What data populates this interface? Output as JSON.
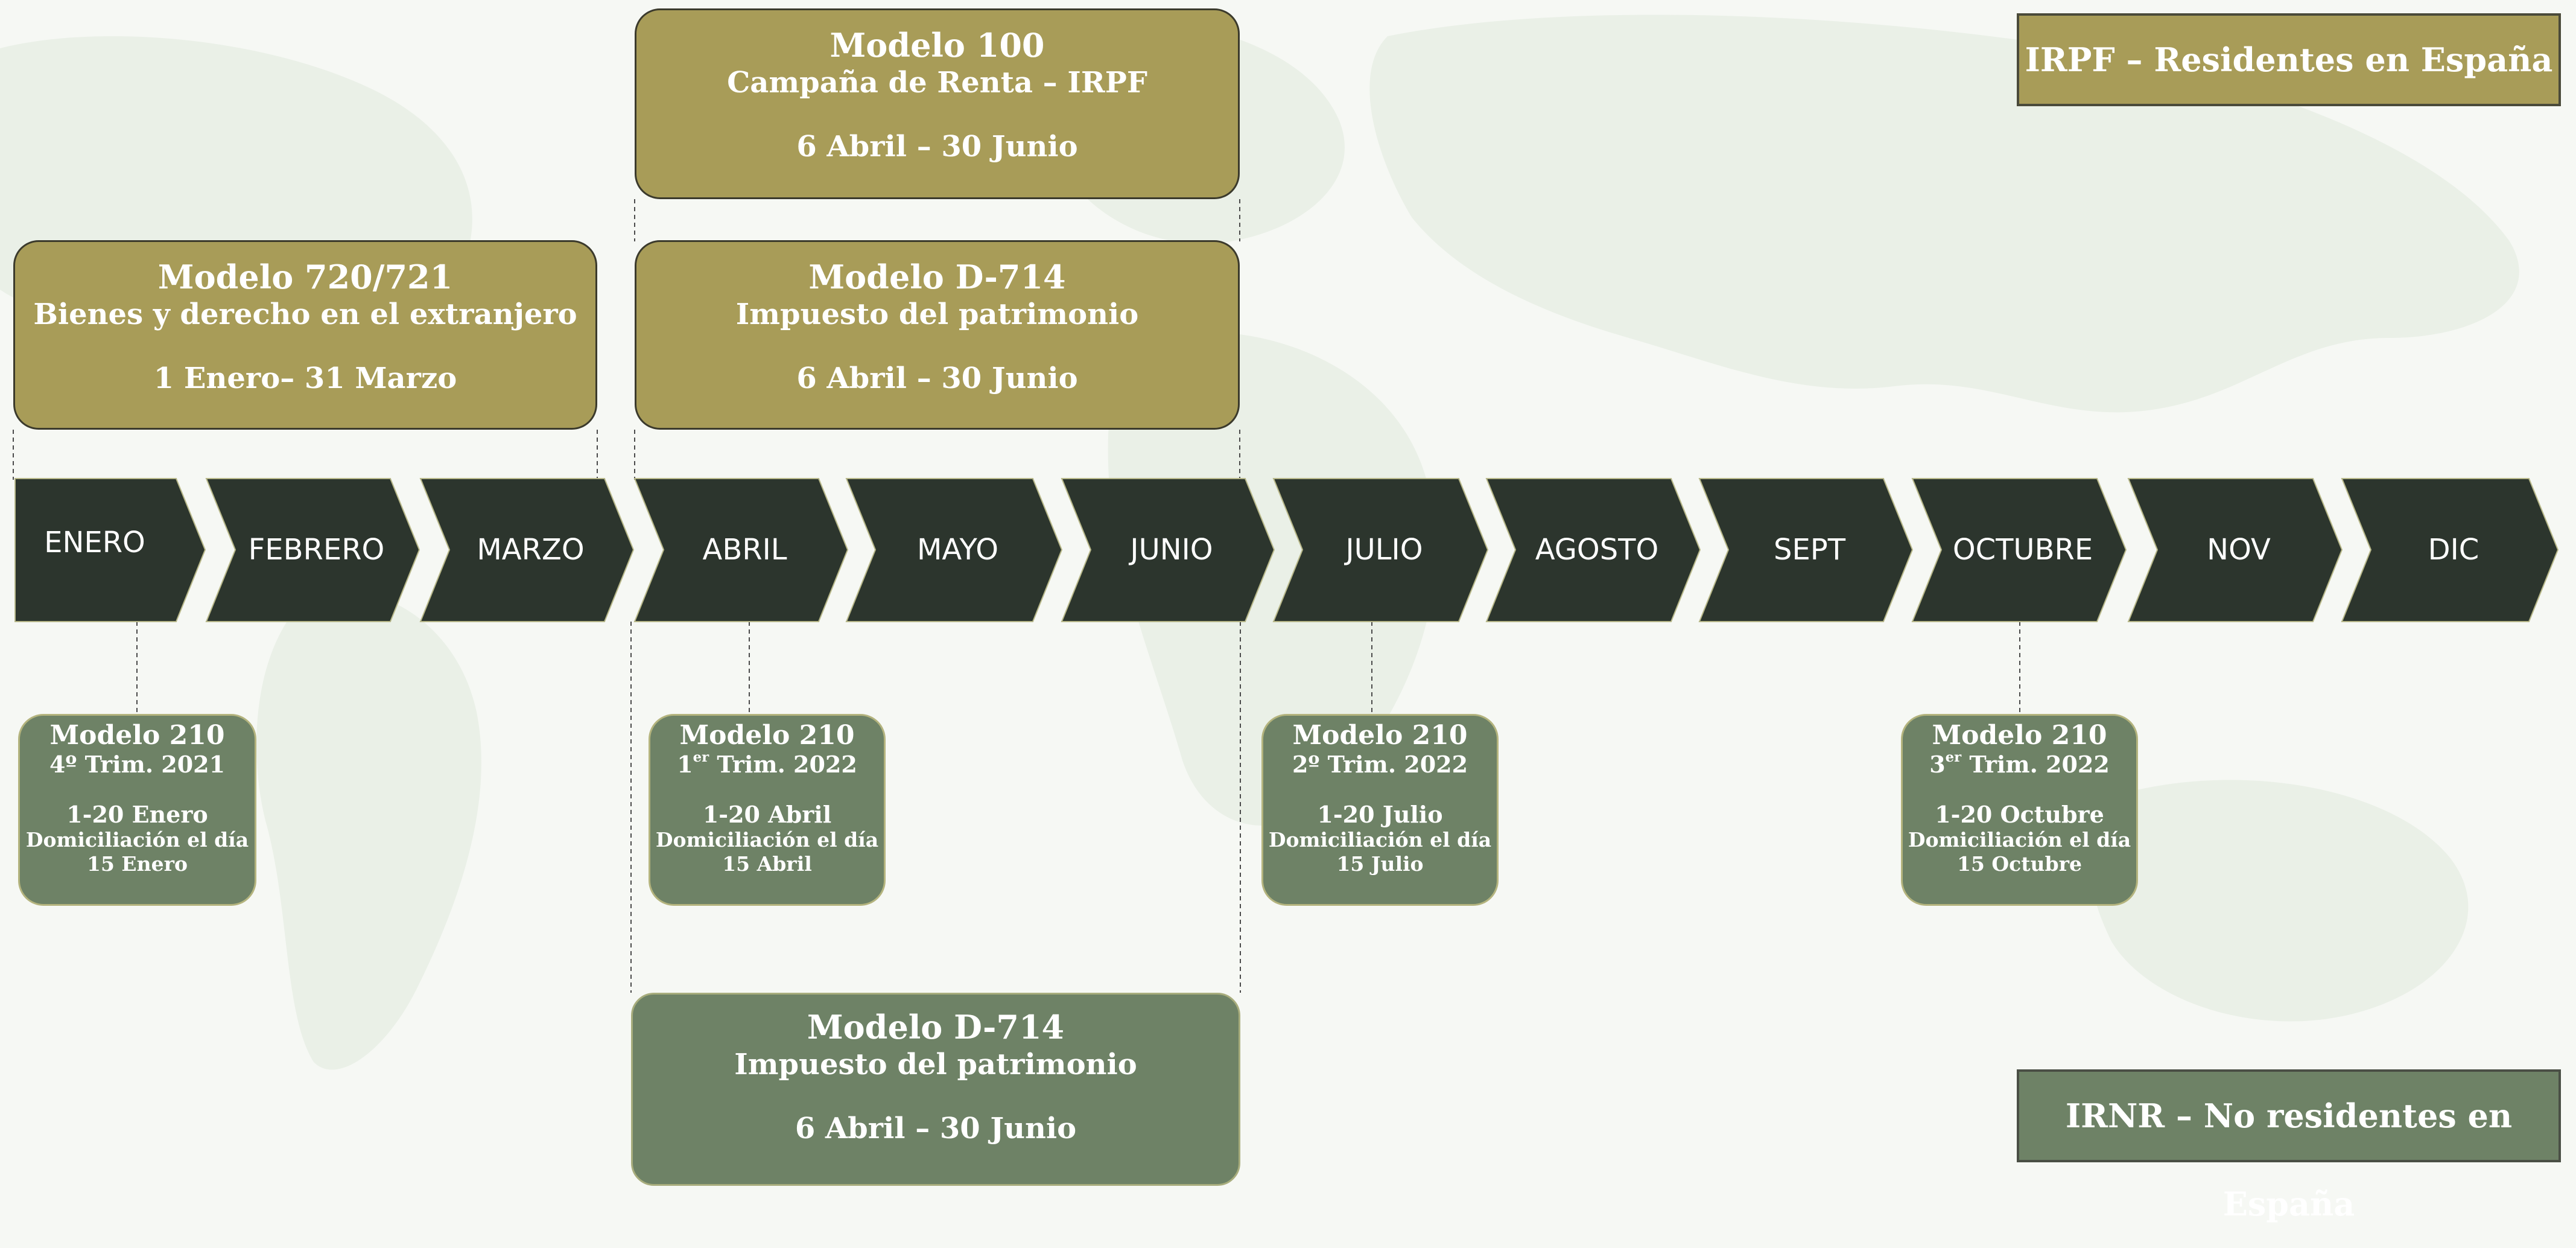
{
  "colors": {
    "gold": "#a89c58",
    "green": "#6e8266",
    "arrow": "#2c352d",
    "text": "#ffffff"
  },
  "legend": {
    "irpf": "IRPF – Residentes en España",
    "irnr": "IRNR – No residentes en España"
  },
  "months": [
    "ENERO",
    "FEBRERO",
    "MARZO",
    "ABRIL",
    "MAYO",
    "JUNIO",
    "JULIO",
    "AGOSTO",
    "SEPT",
    "OCTUBRE",
    "NOV",
    "DIC"
  ],
  "irpf_boxes": [
    {
      "title": "Modelo 100",
      "subtitle": "Campaña de Renta – IRPF",
      "dates": "6 Abril – 30 Junio"
    },
    {
      "title": "Modelo 720/721",
      "subtitle": "Bienes y derecho en el extranjero",
      "dates": "1 Enero– 31 Marzo"
    },
    {
      "title": "Modelo D-714",
      "subtitle": "Impuesto del patrimonio",
      "dates": "6 Abril – 30 Junio"
    }
  ],
  "irnr_big": {
    "title": "Modelo D-714",
    "subtitle": "Impuesto del patrimonio",
    "dates": "6 Abril – 30 Junio"
  },
  "irnr_quarterly": [
    {
      "title": "Modelo 210",
      "trim_num": "4º",
      "trim_sup": "",
      "trim_rest": "Trim. 2021",
      "dates": "1-20 Enero",
      "dom": "Domiciliación el día",
      "day": "15 Enero"
    },
    {
      "title": "Modelo 210",
      "trim_num": "1",
      "trim_sup": "er",
      "trim_rest": "Trim. 2022",
      "dates": "1-20 Abril",
      "dom": "Domiciliación el día",
      "day": "15 Abril"
    },
    {
      "title": "Modelo 210",
      "trim_num": "2º",
      "trim_sup": "",
      "trim_rest": "Trim. 2022",
      "dates": "1-20 Julio",
      "dom": "Domiciliación el día",
      "day": "15 Julio"
    },
    {
      "title": "Modelo 210",
      "trim_num": "3",
      "trim_sup": "er",
      "trim_rest": "Trim. 2022",
      "dates": "1-20 Octubre",
      "dom": "Domiciliación el día",
      "day": "15 Octubre"
    }
  ]
}
